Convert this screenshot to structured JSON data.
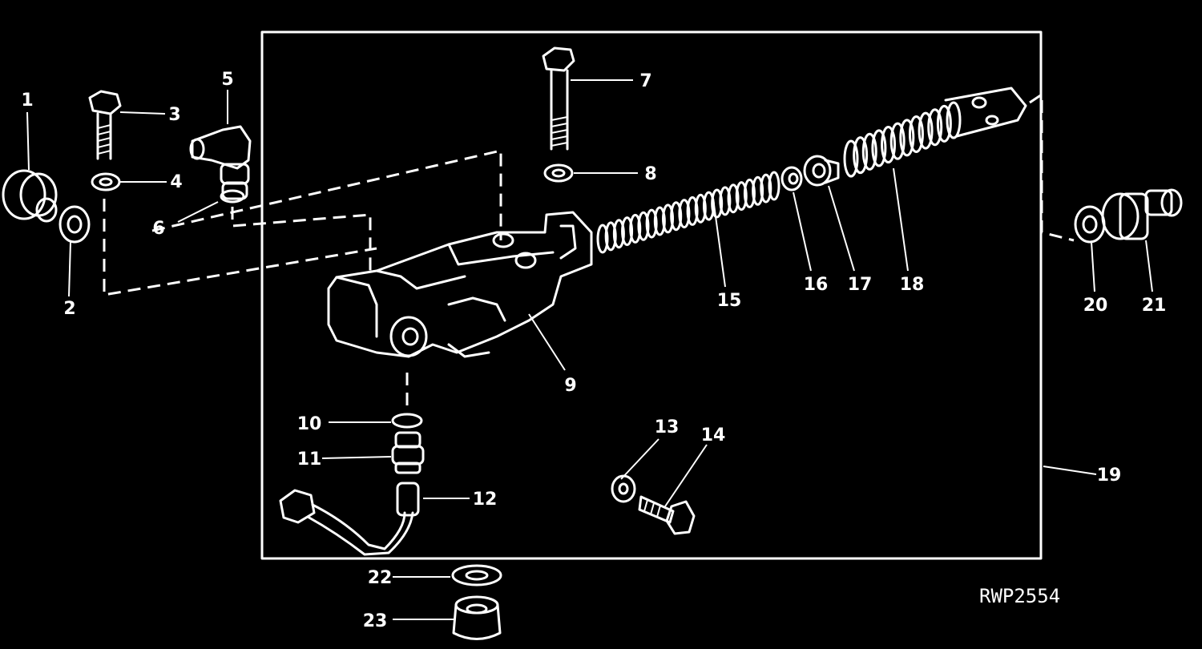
{
  "figure_code": "RWP2554",
  "callouts": [
    {
      "id": "1",
      "label": "1"
    },
    {
      "id": "2",
      "label": "2"
    },
    {
      "id": "3",
      "label": "3"
    },
    {
      "id": "4",
      "label": "4"
    },
    {
      "id": "5",
      "label": "5"
    },
    {
      "id": "6",
      "label": "6"
    },
    {
      "id": "7",
      "label": "7"
    },
    {
      "id": "8",
      "label": "8"
    },
    {
      "id": "9",
      "label": "9"
    },
    {
      "id": "10",
      "label": "10"
    },
    {
      "id": "11",
      "label": "11"
    },
    {
      "id": "12",
      "label": "12"
    },
    {
      "id": "13",
      "label": "13"
    },
    {
      "id": "14",
      "label": "14"
    },
    {
      "id": "15",
      "label": "15"
    },
    {
      "id": "16",
      "label": "16"
    },
    {
      "id": "17",
      "label": "17"
    },
    {
      "id": "18",
      "label": "18"
    },
    {
      "id": "19",
      "label": "19"
    },
    {
      "id": "20",
      "label": "20"
    },
    {
      "id": "21",
      "label": "21"
    },
    {
      "id": "22",
      "label": "22"
    },
    {
      "id": "23",
      "label": "23"
    }
  ],
  "colors": {
    "background": "#000000",
    "ink": "#ffffff"
  }
}
